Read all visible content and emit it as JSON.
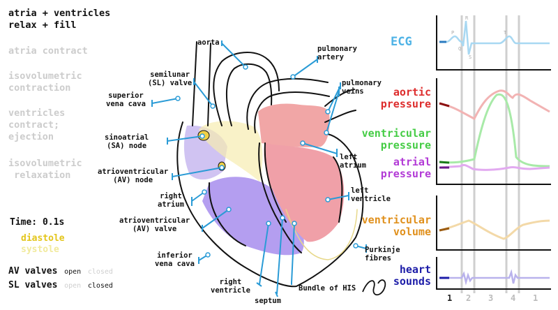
{
  "phases": [
    {
      "text": "atria + ventricles\nrelax + fill",
      "active": true
    },
    {
      "text": "atria contract",
      "active": false
    },
    {
      "text": "isovolumetric\ncontraction",
      "active": false
    },
    {
      "text": "ventricles\ncontract;\nejection",
      "active": false
    },
    {
      "text": "isovolumetric\n relaxation",
      "active": false
    }
  ],
  "time": "Time: 0.1s",
  "diastole": "diastole",
  "systole": "systole",
  "valves": {
    "av_title": "AV valves",
    "sl_title": "SL valves",
    "open": "open",
    "closed": "closed",
    "av_state": "open",
    "sl_state": "closed"
  },
  "labels": {
    "aorta": "aorta",
    "pulmonary_artery": "pulmonary\nartery",
    "semilunar_valve": "semilunar\n(SL) valve",
    "pulmonary_veins": "pulmonary\nveins",
    "superior_vena_cava": "superior\nvena cava",
    "sa_node": "sinoatrial\n(SA) node",
    "left_atrium": "left\natrium",
    "av_node": "atrioventricular\n(AV) node",
    "right_atrium": "right\natrium",
    "left_ventricle": "left\nventricle",
    "av_valve": "atrioventricular\n(AV) valve",
    "inferior_vena_cava": "inferior\nvena cava",
    "purkinje": "Purkinje\nfibres",
    "right_ventricle": "right\nventricle",
    "bundle_his": "Bundle of HIS",
    "septum": "septum"
  },
  "graphs": {
    "ecg": {
      "label": "ECG",
      "color": "#4fb3e6",
      "waves": [
        "P",
        "R",
        "Q",
        "S",
        "T"
      ]
    },
    "aortic": {
      "label": "aortic\npressure",
      "color": "#dd2c2c"
    },
    "ventricular": {
      "label": "ventricular\npressure",
      "color": "#44cc44"
    },
    "atrial": {
      "label": "atrial\npressure",
      "color": "#b23ad6"
    },
    "volume": {
      "label": "ventricular\nvolume",
      "color": "#e0901c"
    },
    "sounds": {
      "label": "heart\nsounds",
      "color": "#1c1ca8"
    }
  },
  "phase_numbers": [
    "1",
    "2",
    "3",
    "4",
    "1"
  ],
  "colors": {
    "diastole": "#e3c51a",
    "systole": "#f1ea9c",
    "label_line": "#2a9bd6"
  }
}
